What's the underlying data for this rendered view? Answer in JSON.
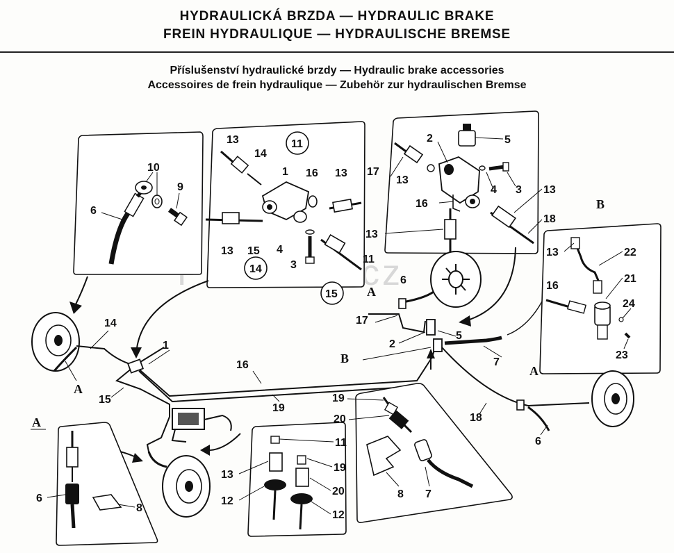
{
  "header": {
    "title_line1": "HYDRAULICKÁ BRZDA — HYDRAULIC BRAKE",
    "title_line2": "FREIN HYDRAULIQUE — HYDRAULISCHE BREMSE",
    "subtitle_line1": "Příslušenství hydraulické brzdy — Hydraulic brake accessories",
    "subtitle_line2": "Accessoires de frein hydraulique — Zubehör zur hydraulischen Bremse"
  },
  "watermark": "PRAGOS.cz",
  "section_letters": {
    "a": "A",
    "b": "B"
  },
  "callouts": {
    "p1": [
      "10",
      "9",
      "6"
    ],
    "p2": [
      "13",
      "14",
      "11",
      "1",
      "16",
      "13",
      "13",
      "15",
      "14",
      "4",
      "3",
      "11",
      "15"
    ],
    "p3": [
      "2",
      "5",
      "17",
      "13",
      "4",
      "3",
      "16",
      "13",
      "13",
      "18"
    ],
    "pB": [
      "13",
      "22",
      "21",
      "16",
      "24",
      "23"
    ],
    "main": [
      "14",
      "1",
      "15",
      "16",
      "19",
      "17",
      "2",
      "5",
      "7",
      "18",
      "6"
    ],
    "pA": [
      "6",
      "8"
    ],
    "p4": [
      "11",
      "13",
      "19",
      "12",
      "20",
      "12"
    ],
    "p5": [
      "19",
      "20",
      "8",
      "7"
    ]
  }
}
